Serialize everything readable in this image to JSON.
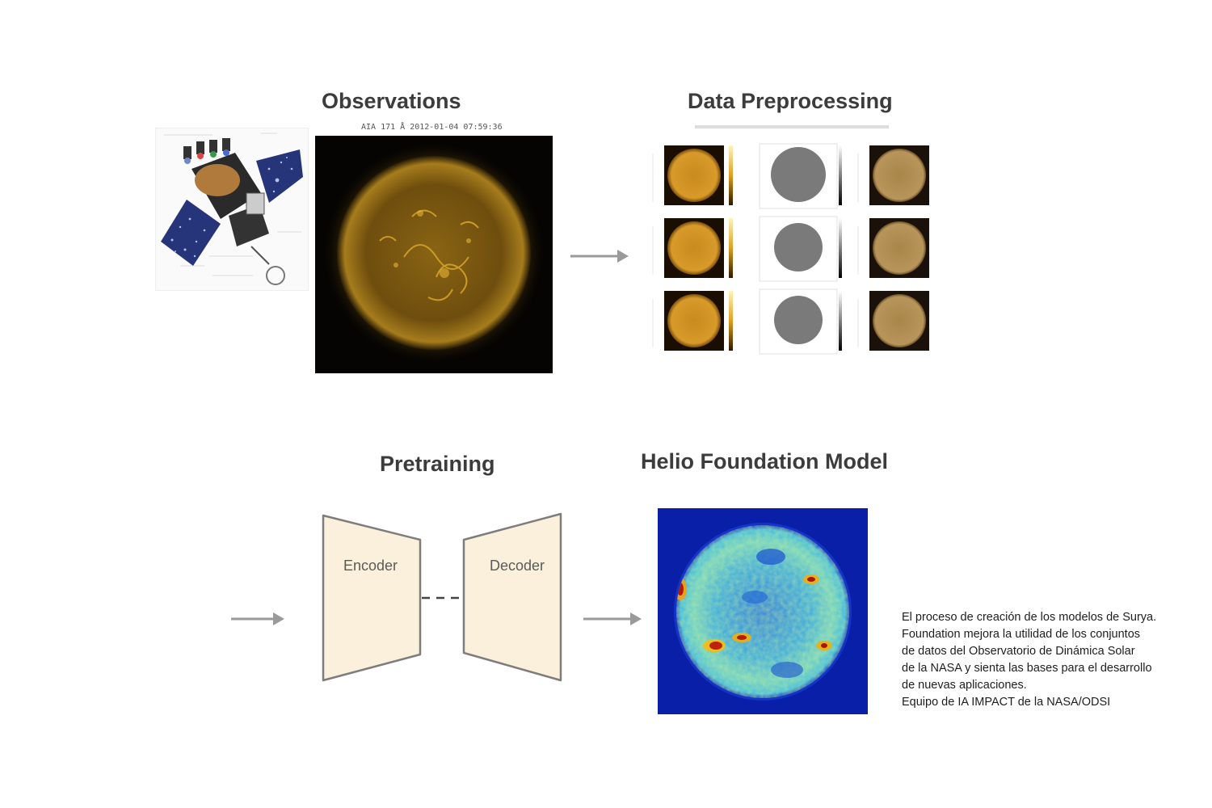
{
  "sections": {
    "observations": "Observations",
    "preprocessing": "Data Preprocessing",
    "pretraining": "Pretraining",
    "model": "Helio Foundation Model"
  },
  "aia_image_label": "AIA 171 Å 2012-01-04 07:59:36",
  "architecture": {
    "encoder": "Encoder",
    "decoder": "Decoder"
  },
  "caption_lines": [
    "El proceso de creación de los modelos de Surya.",
    "Foundation mejora la utilidad de los conjuntos",
    "de datos del Observatorio de Dinámica Solar",
    "de la NASA y sienta las bases para el desarrollo",
    "de nuevas aplicaciones.",
    "Equipo de IA IMPACT de la NASA/ODSI"
  ],
  "colors": {
    "title_text": "#3c3c3c",
    "arrow": "#9a9a9a",
    "trapezoid_fill": "#fbf0dc",
    "trapezoid_stroke": "#7d7d7d",
    "sun_gold": "#c8961e",
    "heatmap_bg": "#0a1fa8"
  }
}
